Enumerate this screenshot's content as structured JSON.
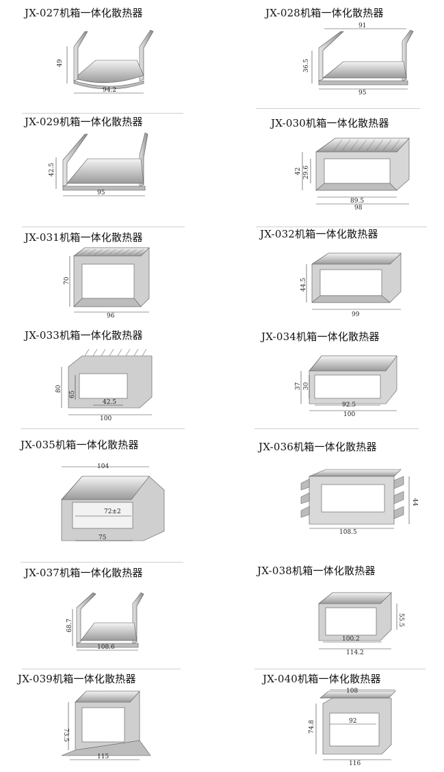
{
  "items": [
    {
      "code": "JX-027机箱一体化散热器",
      "dims": {
        "h": "49",
        "w": "94.2"
      }
    },
    {
      "code": "JX-028机箱一体化散热器",
      "dims": {
        "top": "91",
        "h": "36.5",
        "w": "95"
      }
    },
    {
      "code": "JX-029机箱一体化散热器",
      "dims": {
        "h": "42.5",
        "w": "95"
      }
    },
    {
      "code": "JX-030机箱一体化散热器",
      "dims": {
        "h": "42",
        "h2": "29.6",
        "w1": "89.5",
        "w": "98"
      }
    },
    {
      "code": "JX-031机箱一体化散热器",
      "dims": {
        "h": "70",
        "w": "96"
      }
    },
    {
      "code": "JX-032机箱一体化散热器",
      "dims": {
        "h": "44.5",
        "w": "99"
      }
    },
    {
      "code": "JX-033机箱一体化散热器",
      "dims": {
        "h": "80",
        "h2": "65",
        "w1": "42.5",
        "w": "100"
      }
    },
    {
      "code": "JX-034机箱一体化散热器",
      "dims": {
        "h": "37",
        "h2": "30",
        "w1": "92.5",
        "w": "100"
      }
    },
    {
      "code": "JX-035机箱一体化散热器",
      "dims": {
        "top": "104",
        "mid": "72±2",
        "w": "75"
      }
    },
    {
      "code": "JX-036机箱一体化散热器",
      "dims": {
        "h": "44",
        "w": "108.5"
      }
    },
    {
      "code": "JX-037机箱一体化散热器",
      "dims": {
        "h": "68.7",
        "w": "108.6"
      }
    },
    {
      "code": "JX-038机箱一体化散热器",
      "dims": {
        "h": "55.5",
        "w1": "100.2",
        "w": "114.2"
      }
    },
    {
      "code": "JX-039机箱一体化散热器",
      "dims": {
        "h": "73.5",
        "w": "115"
      }
    },
    {
      "code": "JX-040机箱一体化散热器",
      "dims": {
        "top": "108",
        "mid": "92",
        "h": "74.8",
        "w": "116"
      }
    }
  ]
}
